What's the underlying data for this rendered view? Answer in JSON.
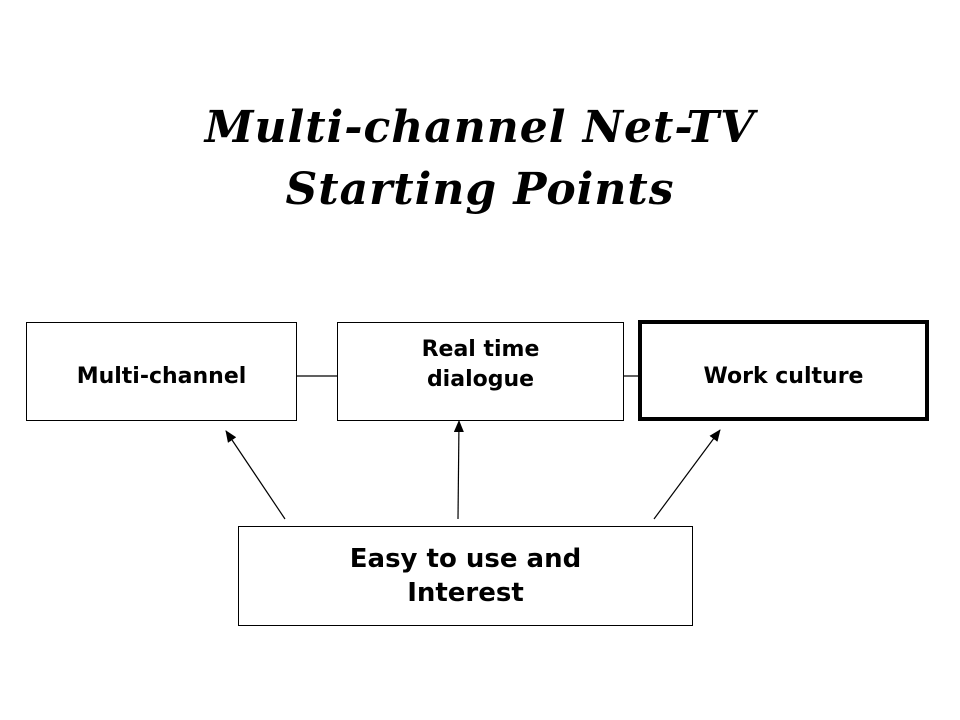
{
  "title": {
    "line1": "Multi-channel Net-TV",
    "line2": "Starting Points"
  },
  "boxes": {
    "multichannel": {
      "label": "Multi-channel"
    },
    "realtime": {
      "line1": "Real time",
      "line2": "dialogue"
    },
    "workculture": {
      "label": "Work culture"
    },
    "easy": {
      "line1": "Easy to use and",
      "line2": "Interest"
    }
  },
  "colors": {
    "stroke": "#000000",
    "background": "#ffffff"
  }
}
